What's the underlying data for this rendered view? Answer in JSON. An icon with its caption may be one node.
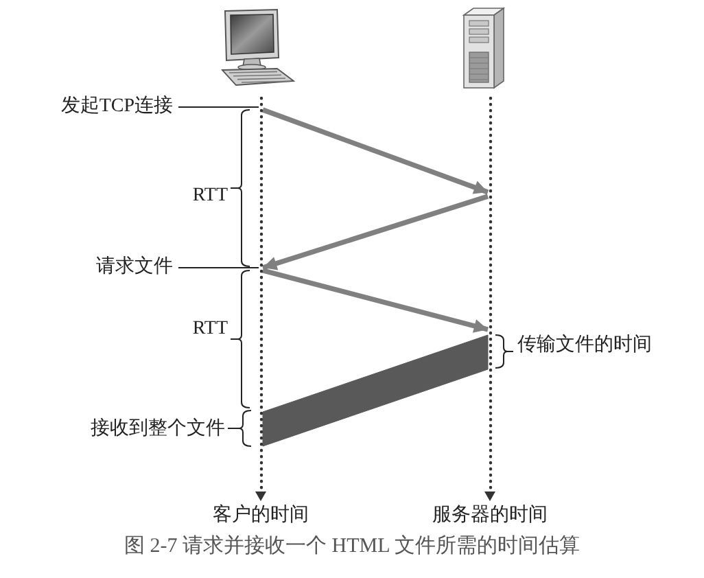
{
  "diagram": {
    "caption": "图 2-7 请求并接收一个 HTML 文件所需的时间估算",
    "nodes": [
      {
        "text": [],
        "shape": "picture"
      },
      {
        "text": [],
        "shape": "picture"
      },
      {
        "text": [
          "发起TCP连接"
        ]
      },
      {
        "text": [],
        "shape": "line",
        "beside": [
          "客户的时间"
        ]
      },
      {
        "text": [],
        "shape": "line",
        "beside": [
          "服务器的时间"
        ]
      },
      {
        "text": [
          "请求文件"
        ]
      }
    ],
    "edges": [
      {
        "from": 2,
        "to": 3,
        "arrow": "none",
        "color": "#222222"
      },
      {
        "from": 3,
        "to": 4,
        "arrow": "to",
        "color": "#808080"
      },
      {
        "from": 4,
        "to": 3,
        "arrow": "to",
        "color": "#808080"
      },
      {
        "from": 5,
        "to": 3,
        "arrow": "none",
        "color": "#222222"
      },
      {
        "from": 3,
        "to": 4,
        "arrow": "to",
        "color": "#808080"
      },
      {
        "from": 4,
        "to": 3,
        "arrow": "none",
        "style": "thick",
        "color": "#595959"
      }
    ],
    "labels": [
      "RTT",
      "RTT",
      "传输文件的时间",
      "接收到整个文件"
    ]
  }
}
